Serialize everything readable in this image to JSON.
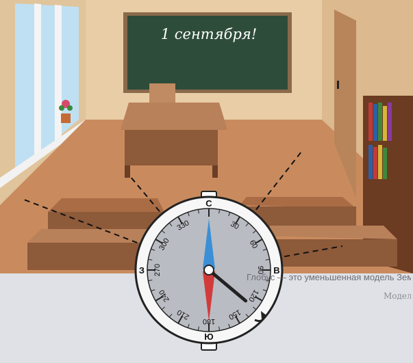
{
  "board": {
    "text": "1 сентября!"
  },
  "caption": {
    "text": "Глобус — это уменьшенная модель Земли."
  },
  "body_text": {
    "text": "Модель — это уп... ..."
  },
  "compass": {
    "direction_labels": {
      "north": "С",
      "east": "В",
      "south": "Ю",
      "west": "З"
    },
    "degree_labels": [
      {
        "value": "30",
        "deg": 30
      },
      {
        "value": "60",
        "deg": 60
      },
      {
        "value": "90",
        "deg": 90
      },
      {
        "value": "120",
        "deg": 120
      },
      {
        "value": "150",
        "deg": 150
      },
      {
        "value": "180",
        "deg": 180
      },
      {
        "value": "210",
        "deg": 210
      },
      {
        "value": "240",
        "deg": 240
      },
      {
        "value": "270",
        "deg": 270
      },
      {
        "value": "300",
        "deg": 300
      },
      {
        "value": "330",
        "deg": 330
      }
    ],
    "needle_colors": {
      "north": "#3a8fd6",
      "south": "#d23b3b"
    },
    "pointer_heading_deg": 130
  },
  "colors": {
    "wall": "#e7c9a0",
    "floor": "#c98b5e",
    "chalkboard": "#2f4a3a",
    "door": "#b8845a",
    "bookcase": "#6b3b22"
  }
}
